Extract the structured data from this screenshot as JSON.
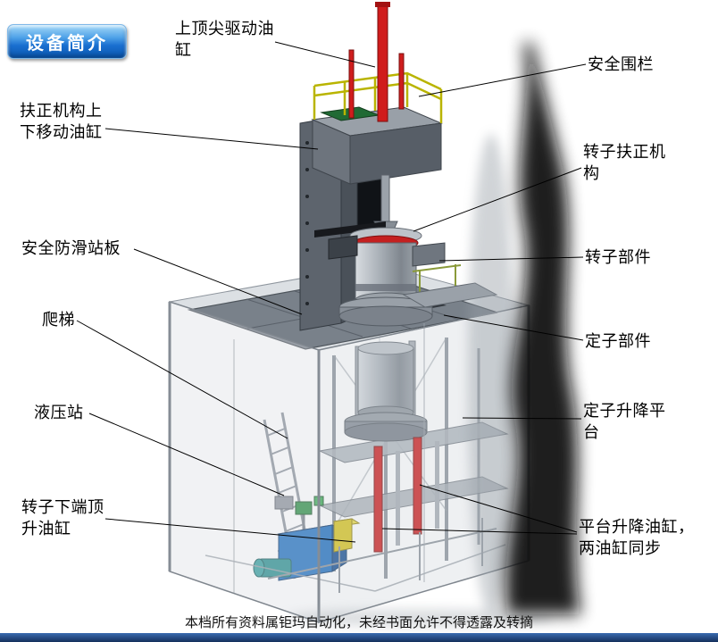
{
  "title_badge": {
    "label": "设备简介"
  },
  "callouts": [
    {
      "id": "top-drive-cylinder",
      "label": "上顶尖驱动油缸"
    },
    {
      "id": "safety-fence",
      "label": "安全围栏"
    },
    {
      "id": "centering-lift-cylinder",
      "label": "扶正机构上下移动油缸"
    },
    {
      "id": "rotor-centering-mechanism",
      "label": "转子扶正机构"
    },
    {
      "id": "anti-slip-platform",
      "label": "安全防滑站板"
    },
    {
      "id": "rotor-assembly",
      "label": "转子部件"
    },
    {
      "id": "ladder",
      "label": "爬梯"
    },
    {
      "id": "stator-assembly",
      "label": "定子部件"
    },
    {
      "id": "hydraulic-station",
      "label": "液压站"
    },
    {
      "id": "stator-lift-platform",
      "label": "定子升降平台"
    },
    {
      "id": "rotor-bottom-jack-cylinder",
      "label": "转子下端顶升油缸"
    },
    {
      "id": "platform-lift-cylinders",
      "label": "平台升降油缸，两油缸同步"
    }
  ],
  "footer": {
    "notice": "本档所有资料属钜玛自动化，未经书面允许不得透露及转摘"
  },
  "colors": {
    "cylinder_red": "#cf1d1d",
    "fence_yellow": "#b9b400",
    "badge_blue": "#1a6fd0",
    "footer_bar_navy": "#16345f"
  }
}
